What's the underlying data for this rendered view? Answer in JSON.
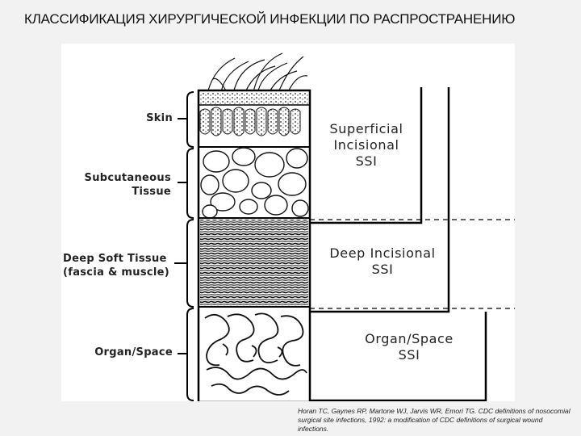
{
  "slide": {
    "title": "КЛАССИФИКАЦИЯ ХИРУРГИЧЕСКОЙ ИНФЕКЦИИ ПО РАСПРОСТРАНЕНИЮ"
  },
  "diagram": {
    "layers": [
      {
        "label": "Skin"
      },
      {
        "label": "Subcutaneous\nTissue"
      },
      {
        "label": "Deep Soft Tissue\n(fascia & muscle)"
      },
      {
        "label": "Organ/Space"
      }
    ],
    "categories": [
      {
        "label": "Superficial\nIncisional\nSSI"
      },
      {
        "label": "Deep Incisional\nSSI"
      },
      {
        "label": "Organ/Space\nSSI"
      }
    ]
  },
  "citation": "Horan TC, Gaynes RP, Martone WJ, Jarvis WR, Emori TG. CDC definitions of nosocomial surgical site infections, 1992: a modification of CDC definitions of surgical wound infections."
}
